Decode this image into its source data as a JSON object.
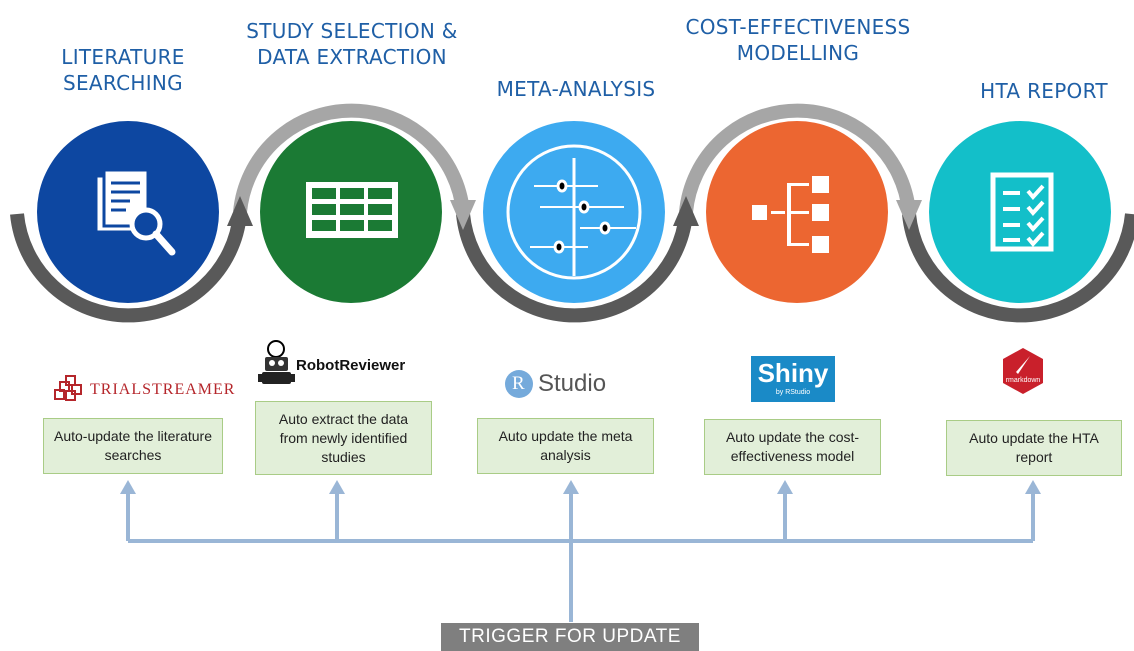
{
  "stages": [
    {
      "title": "LITERATURE\nSEARCHING",
      "color": "#0d47a1",
      "icon": "document-search-icon"
    },
    {
      "title": "STUDY SELECTION &\nDATA EXTRACTION",
      "color": "#1b7a34",
      "icon": "table-grid-icon"
    },
    {
      "title": "META-ANALYSIS",
      "color": "#3daaf0",
      "icon": "forest-plot-icon"
    },
    {
      "title": "COST-EFFECTIVENESS\nMODELLING",
      "color": "#ec6631",
      "icon": "decision-tree-icon"
    },
    {
      "title": "HTA REPORT",
      "color": "#13bfc9",
      "icon": "checklist-icon"
    }
  ],
  "tools": {
    "trialstreamer": "TRIALSTREAMER",
    "robotreviewer": "RobotReviewer",
    "rstudio_r": "R",
    "rstudio": "Studio",
    "shiny": "Shiny",
    "shiny_sub": "by RStudio",
    "rmarkdown": "rmarkdown"
  },
  "boxes": [
    "Auto-update the literature searches",
    "Auto extract the data from newly identified studies",
    "Auto update the meta analysis",
    "Auto update the cost-effectiveness model",
    "Auto update the HTA report"
  ],
  "trigger": "TRIGGER FOR UPDATE",
  "colors": {
    "arc_dark": "#595959",
    "arc_light": "#a6a6a6",
    "connector": "#9ab6d6",
    "box_fill": "#e2efd9"
  }
}
